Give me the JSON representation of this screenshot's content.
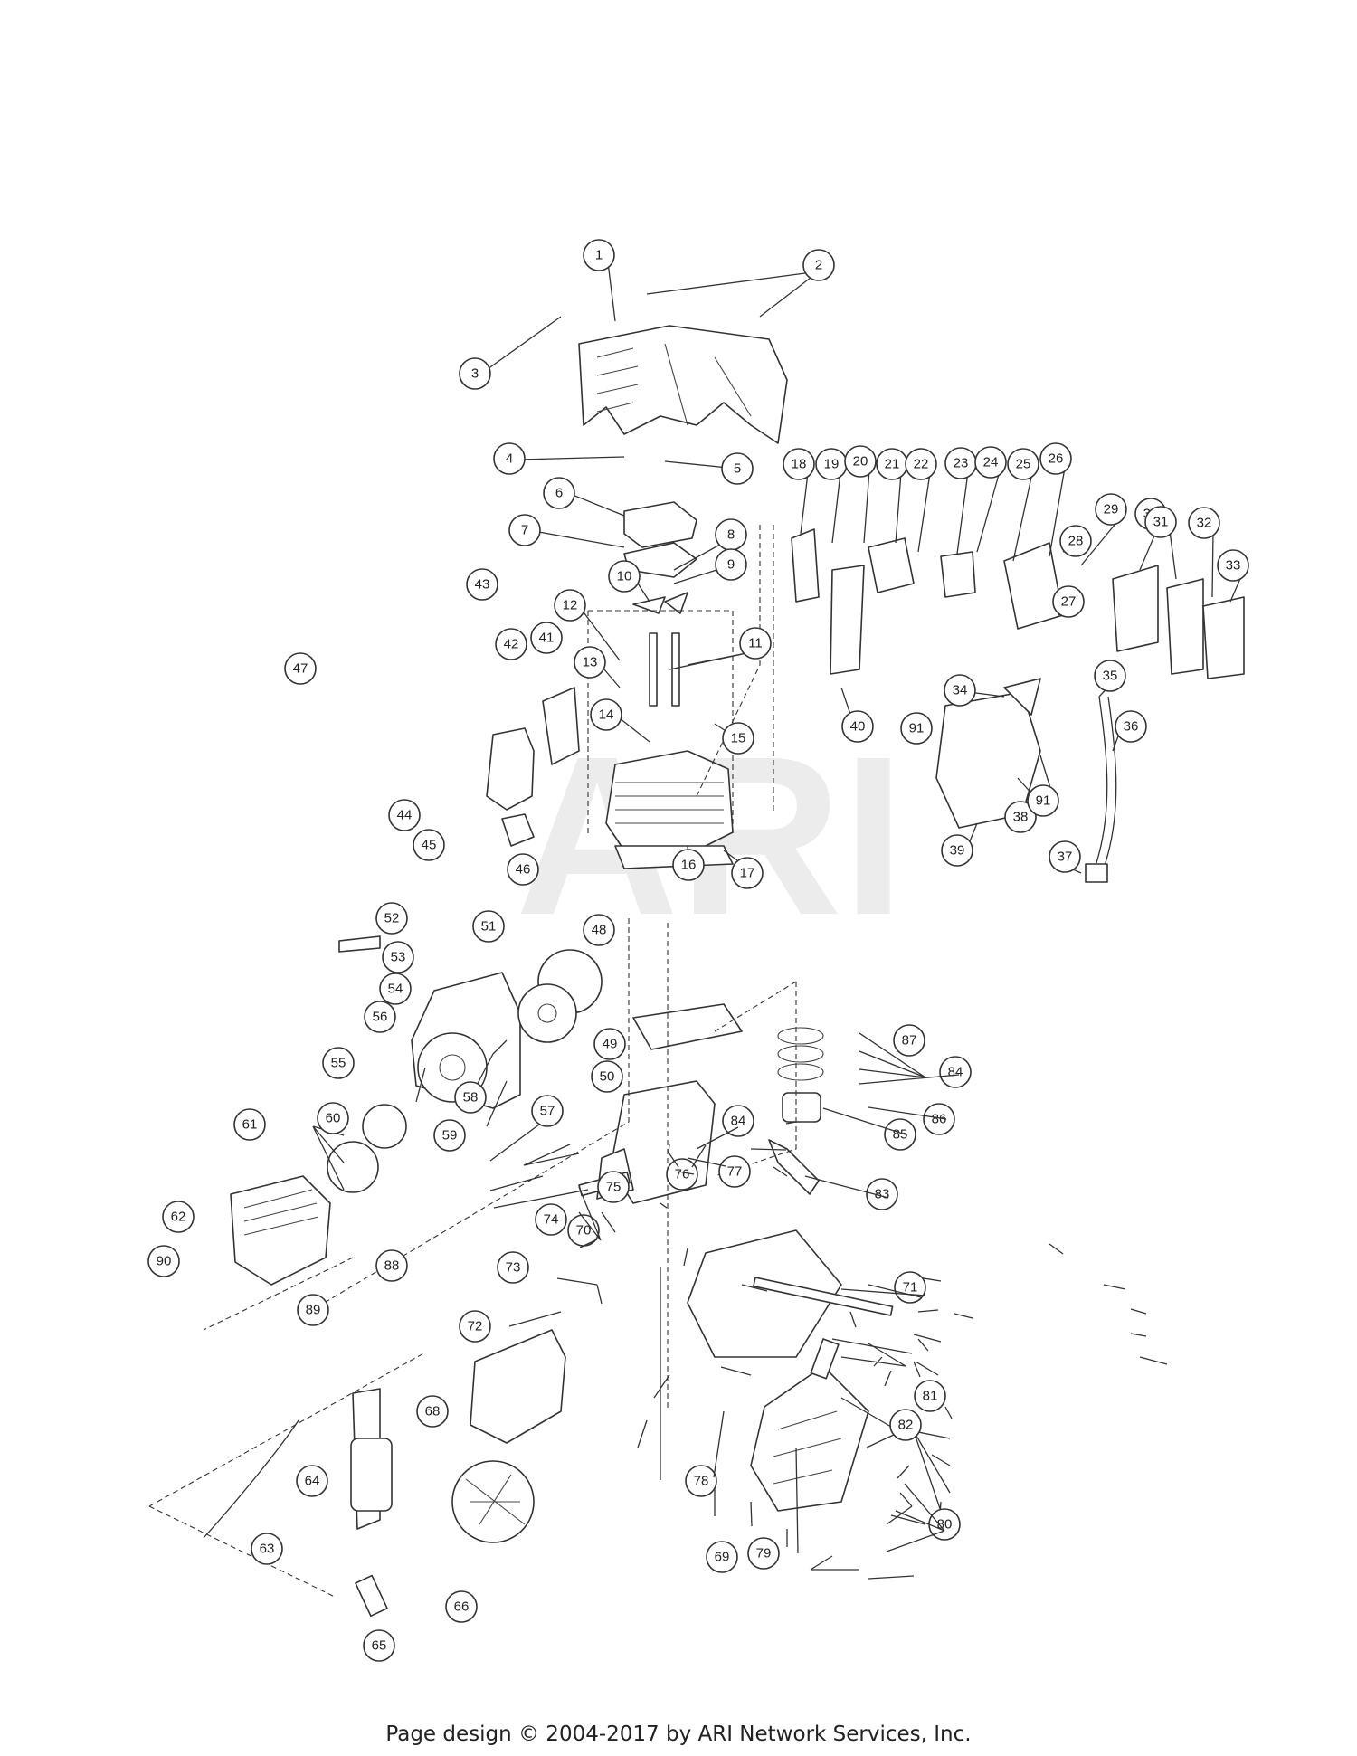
{
  "watermark": "ARI",
  "footer": "Page design © 2004-2017 by ARI Network Services, Inc.",
  "callouts": [
    "1",
    "2",
    "3",
    "4",
    "5",
    "6",
    "7",
    "8",
    "9",
    "10",
    "11",
    "12",
    "13",
    "14",
    "15",
    "16",
    "17",
    "18",
    "19",
    "20",
    "21",
    "22",
    "23",
    "24",
    "25",
    "26",
    "27",
    "28",
    "29",
    "30",
    "31",
    "32",
    "33",
    "34",
    "35",
    "36",
    "37",
    "38",
    "39",
    "40",
    "41",
    "42",
    "43",
    "44",
    "45",
    "46",
    "47",
    "48",
    "49",
    "50",
    "51",
    "52",
    "53",
    "54",
    "55",
    "56",
    "57",
    "58",
    "59",
    "60",
    "61",
    "62",
    "63",
    "64",
    "65",
    "66",
    "68",
    "69",
    "70",
    "71",
    "72",
    "73",
    "74",
    "75",
    "76",
    "77",
    "78",
    "79",
    "80",
    "81",
    "82",
    "83",
    "84",
    "84",
    "85",
    "86",
    "87",
    "88",
    "89",
    "90",
    "91",
    "91"
  ]
}
